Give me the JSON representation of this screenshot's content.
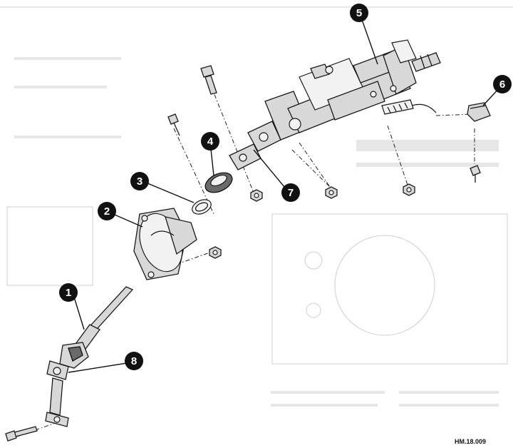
{
  "figure": {
    "code": "HM.18.009",
    "callouts": [
      "1",
      "2",
      "3",
      "4",
      "5",
      "6",
      "7",
      "8"
    ]
  }
}
